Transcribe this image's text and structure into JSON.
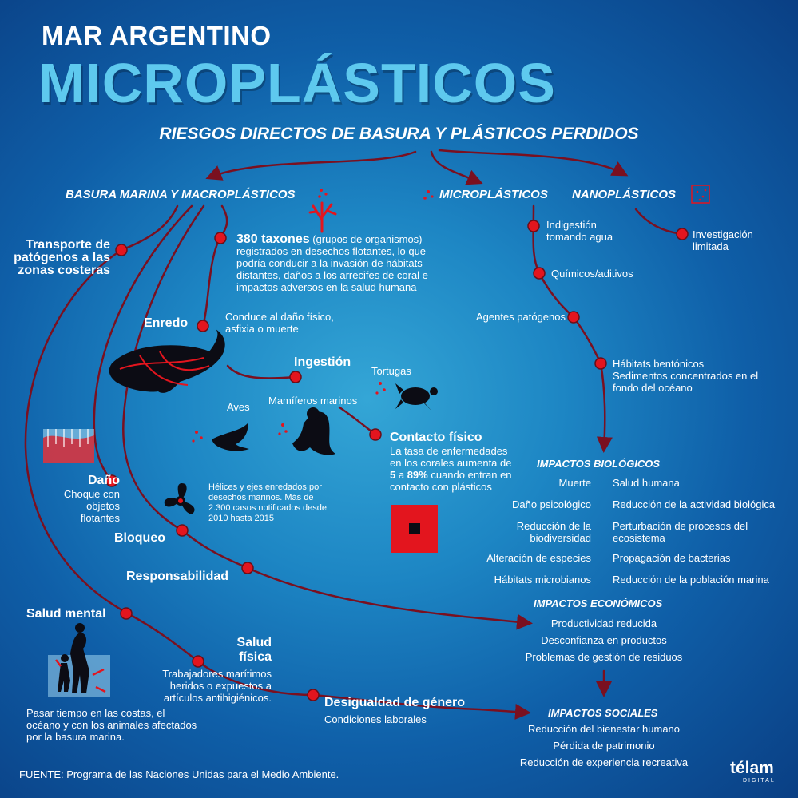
{
  "header": {
    "kicker": "MAR ARGENTINO",
    "title": "MICROPLÁSTICOS",
    "subtitle": "RIESGOS DIRECTOS DE BASURA Y PLÁSTICOS PERDIDOS"
  },
  "categories": {
    "macro": "BASURA MARINA Y MACROPLÁSTICOS",
    "micro": "MICROPLÁSTICOS",
    "nano": "NANOPLÁSTICOS"
  },
  "taxa": {
    "number": "380 taxones",
    "paren": " (grupos de organismos)",
    "text": "registrados en desechos flotantes, lo que podría conducir a la invasión de hábitats distantes, daños a los arrecifes de coral e impactos adversos en la salud humana"
  },
  "left_nodes": {
    "transport": "Transporte de patógenos a las zonas costeras",
    "dano": "Daño",
    "dano_desc": "Choque con objetos flotantes",
    "bloqueo": "Bloqueo",
    "responsabilidad": "Responsabilidad",
    "salud_mental": "Salud mental",
    "salud_mental_desc": "Pasar tiempo en las costas, el océano y con los animales afectados por la basura marina.",
    "salud_fisica": "Salud física",
    "salud_fisica_desc": "Trabajadores marítimos heridos o expuestos a artículos antihigiénicos.",
    "genero": "Desigualdad de género",
    "genero_desc": "Condiciones laborales"
  },
  "center_nodes": {
    "enredo": "Enredo",
    "enredo_desc": "Conduce al daño físico, asfixia o muerte",
    "ingestion": "Ingestión",
    "tortugas": "Tortugas",
    "aves": "Aves",
    "mamiferos": "Mamíferos marinos",
    "contacto": "Contacto físico",
    "contacto_a": "La tasa de enfermedades en los corales aumenta de ",
    "contacto_5": "5",
    "contacto_b": " a ",
    "contacto_89": "89%",
    "contacto_c": " cuando entran en contacto con plásticos",
    "helices": "Hélices y ejes enredados por desechos marinos. Más de 2.300 casos notificados desde 2010 hasta 2015"
  },
  "micro_nodes": {
    "indigestion": "Indigestión tomando agua",
    "quimicos": "Químicos/aditivos",
    "patogenos": "Agentes patógenos",
    "bentonicos": "Hábitats bentónicos Sedimentos concentrados en el fondo del océano",
    "nano_inv": "Investigación limitada"
  },
  "impacts": {
    "bio_title": "IMPACTOS BIOLÓGICOS",
    "bio_left": [
      "Muerte",
      "Daño psicológico",
      "Reducción de la biodiversidad",
      "Alteración de especies",
      "Hábitats microbianos"
    ],
    "bio_right": [
      "Salud humana",
      "Reducción de la actividad biológica",
      "Perturbación de procesos del ecosistema",
      "Propagación de bacterias",
      "Reducción de la población marina"
    ],
    "eco_title": "IMPACTOS ECONÓMICOS",
    "eco": [
      "Productividad reducida",
      "Desconfianza en productos",
      "Problemas de gestión de residuos"
    ],
    "soc_title": "IMPACTOS SOCIALES",
    "soc": [
      "Reducción del bienestar humano",
      "Pérdida de patrimonio",
      "Reducción de experiencia recreativa"
    ]
  },
  "footer": {
    "source": "FUENTE: Programa de las Naciones Unidas para el Medio Ambiente.",
    "logo": "télam",
    "logo_sub": "DIGITAL"
  },
  "colors": {
    "accent_red": "#e3151e",
    "line_dark": "#7a1020",
    "title_cyan": "#5ec9ee",
    "bg_dark": "#0a3f84",
    "bg_light": "#34a6d6"
  }
}
